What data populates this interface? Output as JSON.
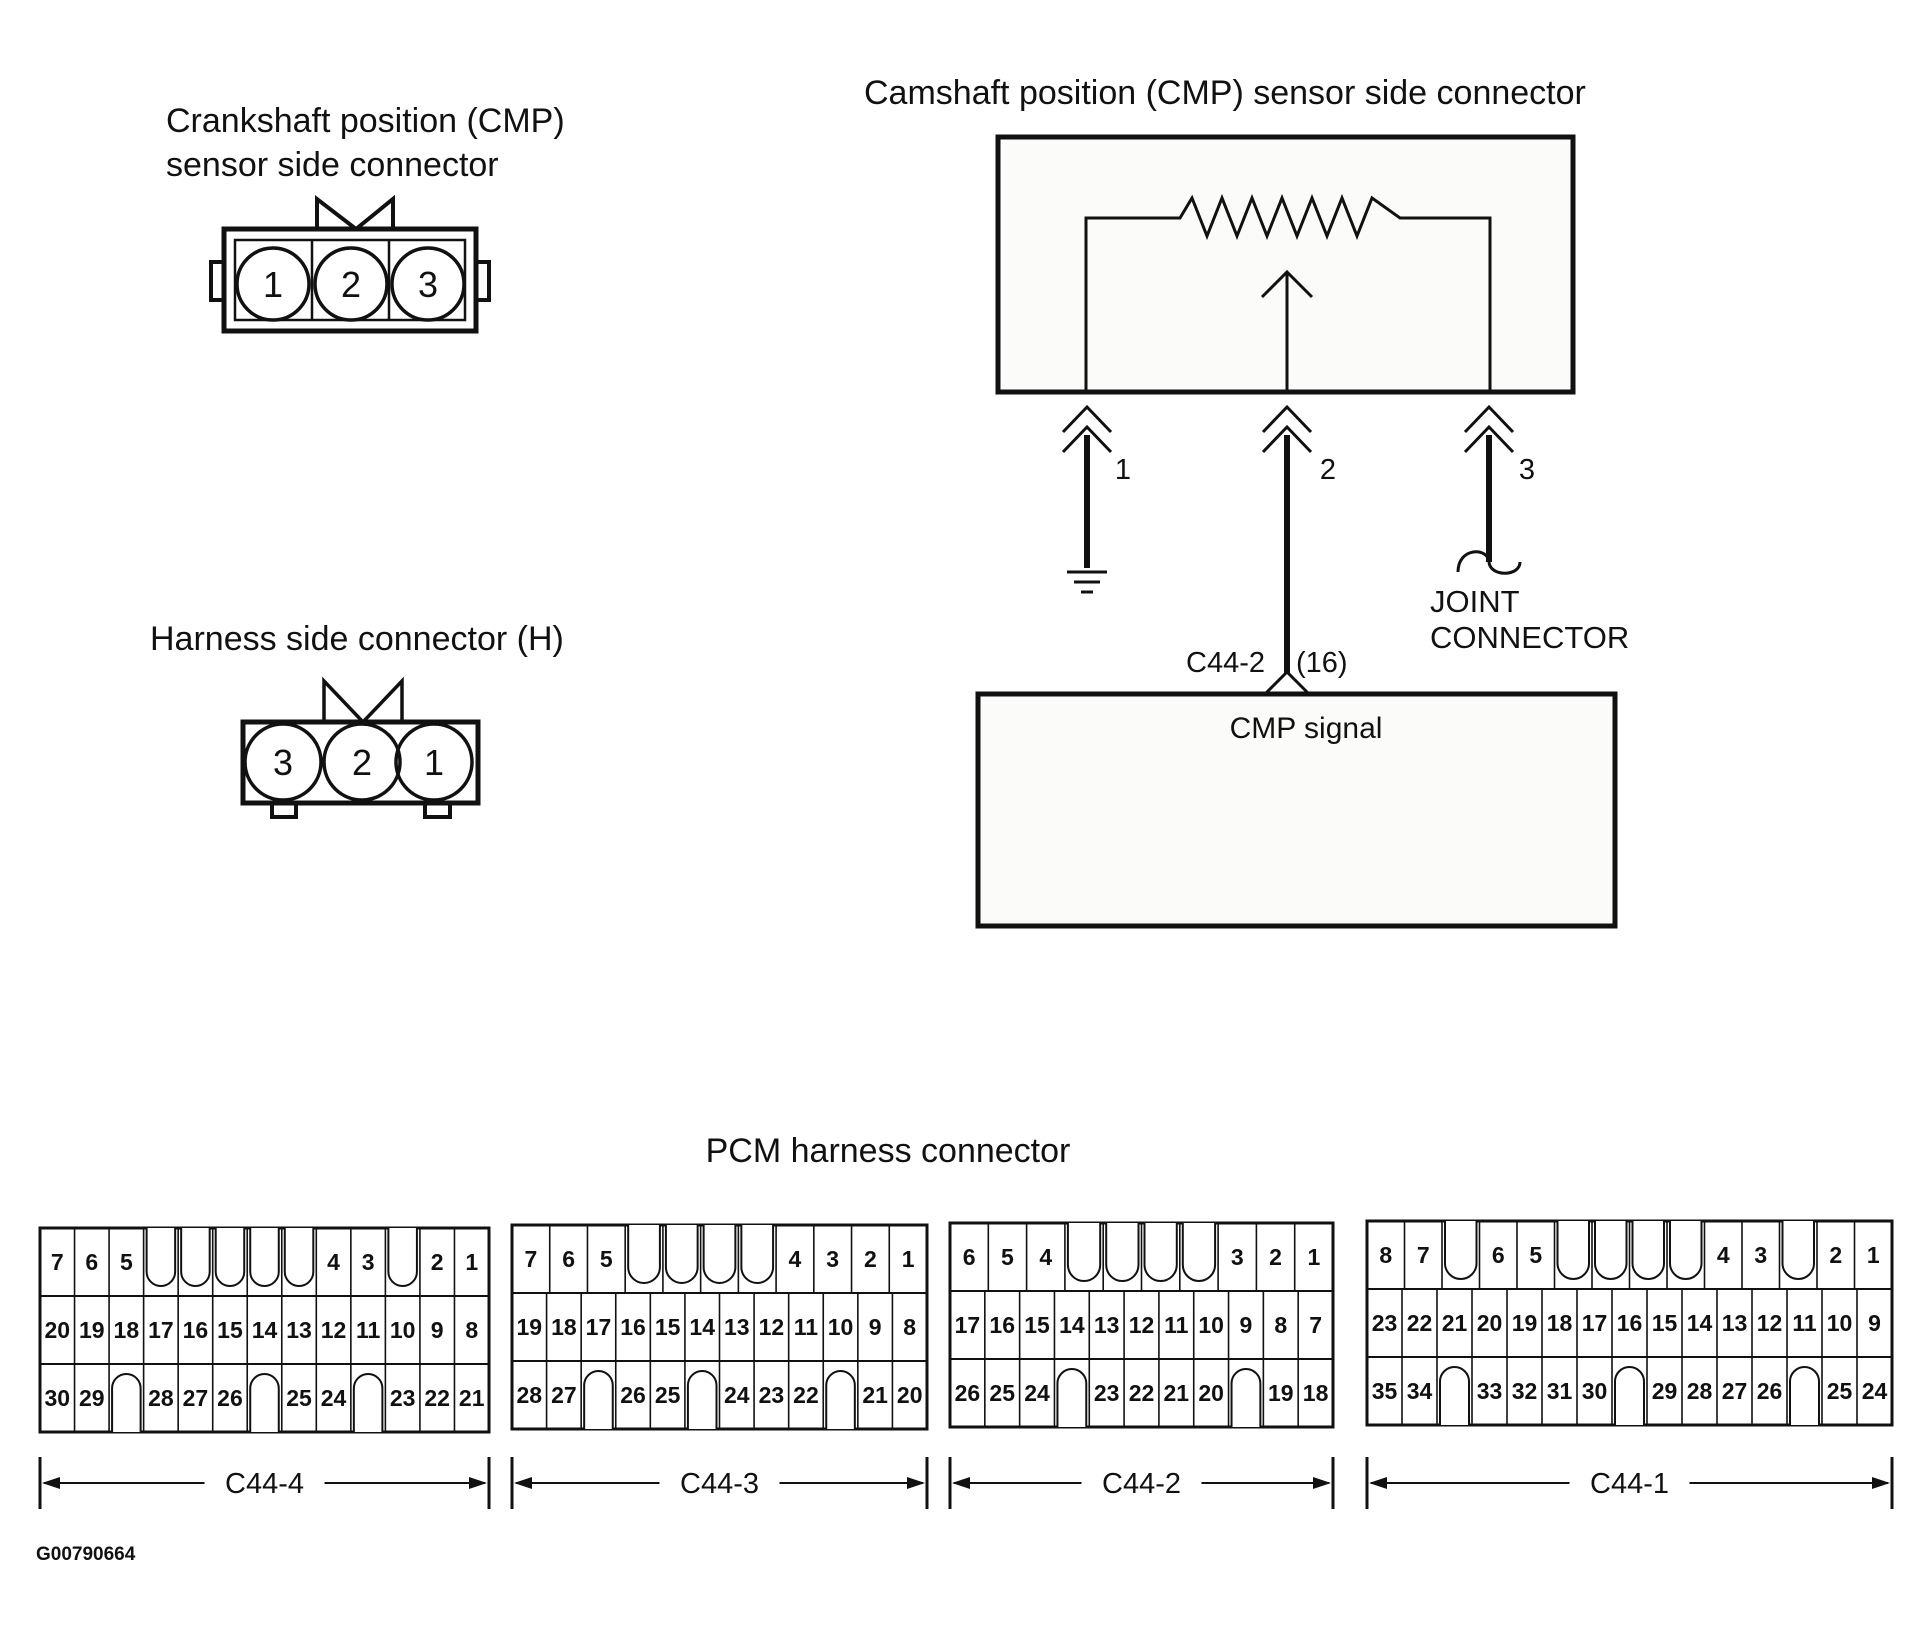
{
  "diagram_code": "G00790664",
  "crankshaft": {
    "title_line1": "Crankshaft position (CMP)",
    "title_line2": "sensor side connector",
    "pins": [
      "1",
      "2",
      "3"
    ]
  },
  "harness": {
    "title": "Harness side connector (H)",
    "pins": [
      "3",
      "2",
      "1"
    ]
  },
  "camshaft": {
    "title": "Camshaft position (CMP) sensor side connector",
    "terminals": [
      "1",
      "2",
      "3"
    ],
    "joint_line1": "JOINT",
    "joint_line2": "CONNECTOR",
    "pcm_pin": "C44-2",
    "pcm_pin_num": "(16)",
    "signal_label": "CMP signal"
  },
  "pcm": {
    "title": "PCM harness connector",
    "connectors": [
      {
        "name": "C44-4",
        "row1": [
          "7",
          "6",
          "5",
          "",
          "",
          "",
          "",
          "",
          "4",
          "3",
          "",
          "2",
          "1"
        ],
        "row2": [
          "20",
          "19",
          "18",
          "17",
          "16",
          "15",
          "14",
          "13",
          "12",
          "11",
          "10",
          "9",
          "8"
        ],
        "row3": [
          "30",
          "29",
          "",
          "28",
          "27",
          "26",
          "",
          "25",
          "24",
          "",
          "23",
          "22",
          "21"
        ]
      },
      {
        "name": "C44-3",
        "row1": [
          "7",
          "6",
          "5",
          "",
          "",
          "",
          "",
          "4",
          "3",
          "2",
          "1"
        ],
        "row2": [
          "19",
          "18",
          "17",
          "16",
          "15",
          "14",
          "13",
          "12",
          "11",
          "10",
          "9",
          "8"
        ],
        "row3": [
          "28",
          "27",
          "",
          "26",
          "25",
          "",
          "24",
          "23",
          "22",
          "",
          "21",
          "20"
        ]
      },
      {
        "name": "C44-2",
        "row1": [
          "6",
          "5",
          "4",
          "",
          "",
          "",
          "",
          "3",
          "2",
          "1"
        ],
        "row2": [
          "17",
          "16",
          "15",
          "14",
          "13",
          "12",
          "11",
          "10",
          "9",
          "8",
          "7"
        ],
        "row3": [
          "26",
          "25",
          "24",
          "",
          "23",
          "22",
          "21",
          "20",
          "",
          "19",
          "18"
        ]
      },
      {
        "name": "C44-1",
        "row1": [
          "8",
          "7",
          "",
          "6",
          "5",
          "",
          "",
          "",
          "",
          "4",
          "3",
          "",
          "2",
          "1"
        ],
        "row2": [
          "23",
          "22",
          "21",
          "20",
          "19",
          "18",
          "17",
          "16",
          "15",
          "14",
          "13",
          "12",
          "11",
          "10",
          "9"
        ],
        "row3": [
          "35",
          "34",
          "",
          "33",
          "32",
          "31",
          "30",
          "",
          "29",
          "28",
          "27",
          "26",
          "",
          "25",
          "24"
        ]
      }
    ]
  }
}
